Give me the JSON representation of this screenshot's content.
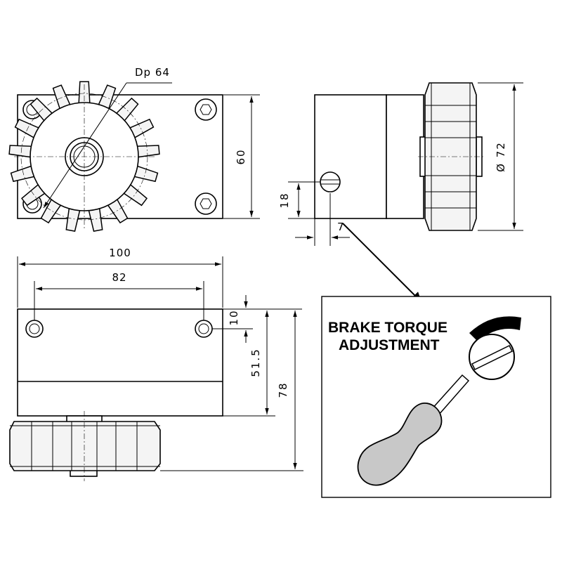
{
  "dimensions": {
    "pitch_diameter": "Dp 64",
    "height_60": "60",
    "diameter_72": "Ø 72",
    "height_18": "18",
    "offset_7": "7",
    "width_100": "100",
    "width_82": "82",
    "depth_10": "10",
    "depth_51_5": "51.5",
    "depth_78": "78"
  },
  "callout": {
    "line1": "BRAKE TORQUE",
    "line2": "ADJUSTMENT"
  },
  "colors": {
    "line": "#000000",
    "gear_fill": "#f4f4f4",
    "handle_fill": "#c8c8c8"
  }
}
